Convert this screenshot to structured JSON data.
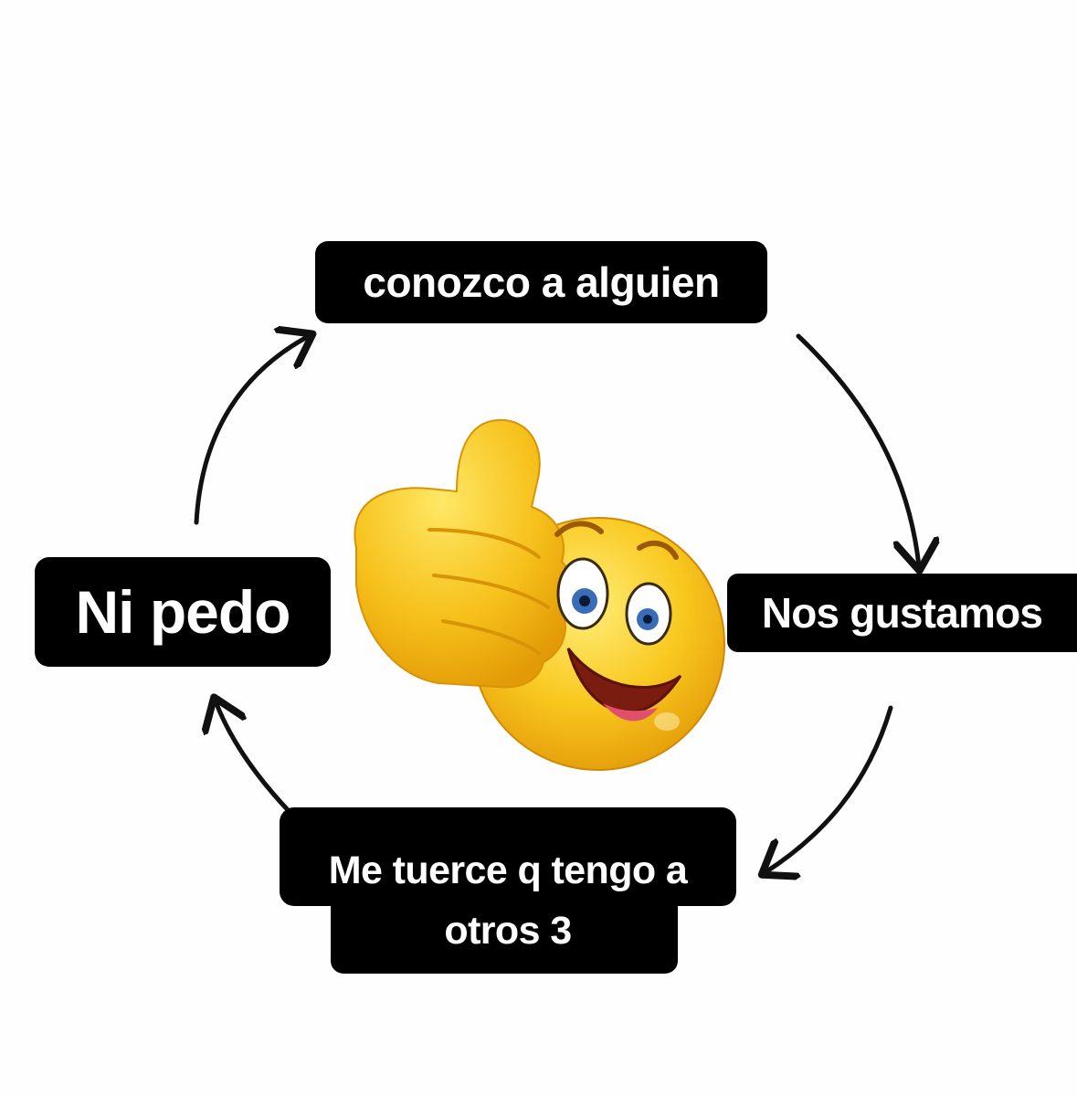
{
  "cycle": {
    "steps": [
      {
        "id": "top",
        "text": "conozco a alguien"
      },
      {
        "id": "right",
        "text": "Nos gustamos"
      },
      {
        "id": "bottom",
        "text": "Me tuerce q tengo a otros 3"
      },
      {
        "id": "left",
        "text": "Ni pedo"
      }
    ],
    "bottom_lines": [
      "Me tuerce q tengo a",
      "otros 3"
    ]
  },
  "center": {
    "icon": "thumbs-up-smiley-icon"
  },
  "colors": {
    "label_bg": "#000000",
    "label_text": "#ffffff",
    "arrow": "#111111",
    "emoji_yellow": "#f7c51e"
  }
}
